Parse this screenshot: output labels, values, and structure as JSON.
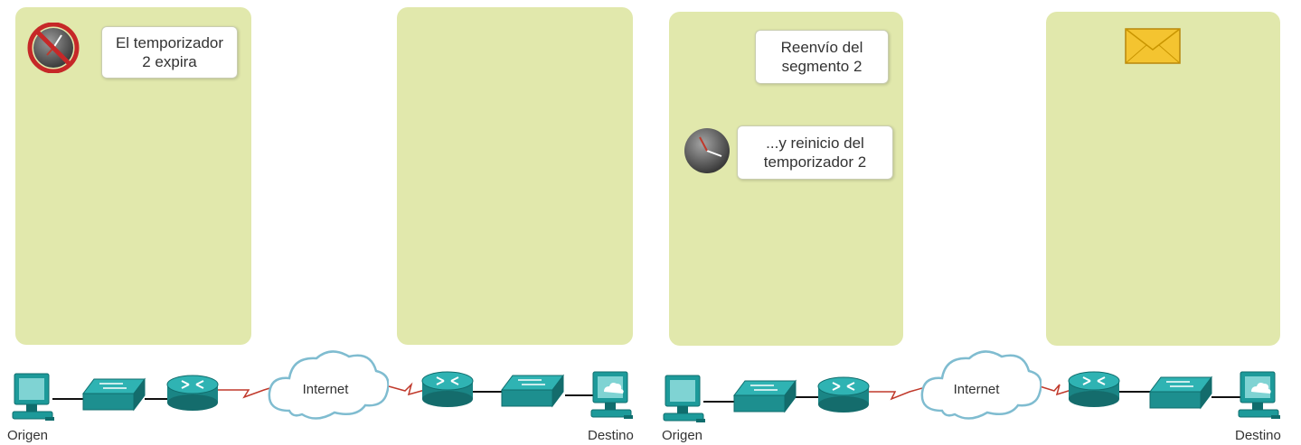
{
  "scenes": [
    {
      "panel_1": {
        "note": {
          "line1": "El temporizador",
          "line2": "2 expira"
        },
        "icon": "timer-expired-icon"
      },
      "panel_2": {},
      "network": {
        "cloud_label": "Internet",
        "source_label": "Origen",
        "destination_label": "Destino"
      }
    },
    {
      "panel_1": {
        "note_a": {
          "line1": "Reenvío del",
          "line2": "segmento 2"
        },
        "note_b": {
          "line1": "...y reinicio del",
          "line2": "temporizador 2"
        },
        "icon": "clock-icon"
      },
      "panel_2": {
        "icon": "envelope-icon"
      },
      "network": {
        "cloud_label": "Internet",
        "source_label": "Origen",
        "destination_label": "Destino"
      }
    }
  ],
  "colors": {
    "panel": "#e1e8ac",
    "device_teal": "#1d9a9a",
    "device_dark": "#0f6d6d",
    "wan_link": "#c0392b",
    "lan_link": "#111111",
    "envelope": "#f4c430"
  }
}
